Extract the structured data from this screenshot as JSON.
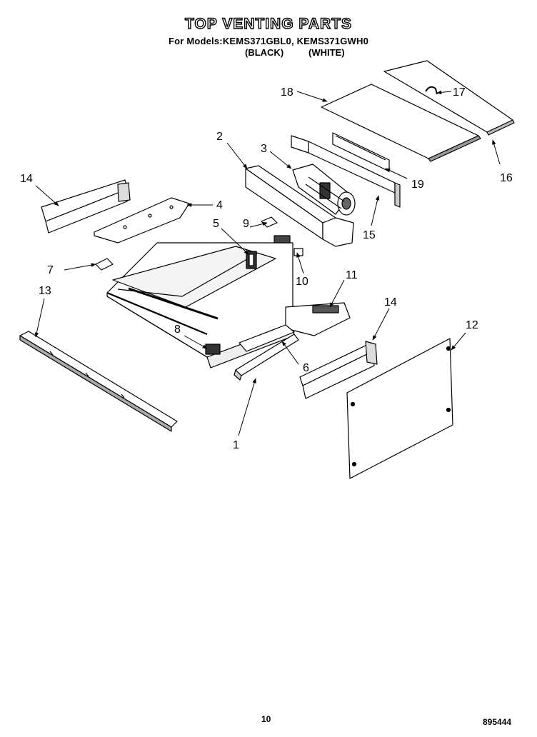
{
  "header": {
    "title": "TOP VENTING PARTS",
    "models_line": "For Models:KEMS371GBL0, KEMS371GWH0",
    "color_black": "(BLACK)",
    "color_white": "(WHITE)"
  },
  "callouts": {
    "p1": "1",
    "p2": "2",
    "p3": "3",
    "p4": "4",
    "p5": "5",
    "p6": "6",
    "p7": "7",
    "p8": "8",
    "p9": "9",
    "p10": "10",
    "p11": "11",
    "p12": "12",
    "p13": "13",
    "p14a": "14",
    "p14b": "14",
    "p15": "15",
    "p16": "16",
    "p17": "17",
    "p18": "18",
    "p19": "19"
  },
  "footer": {
    "page_number": "10",
    "part_number": "895444"
  }
}
